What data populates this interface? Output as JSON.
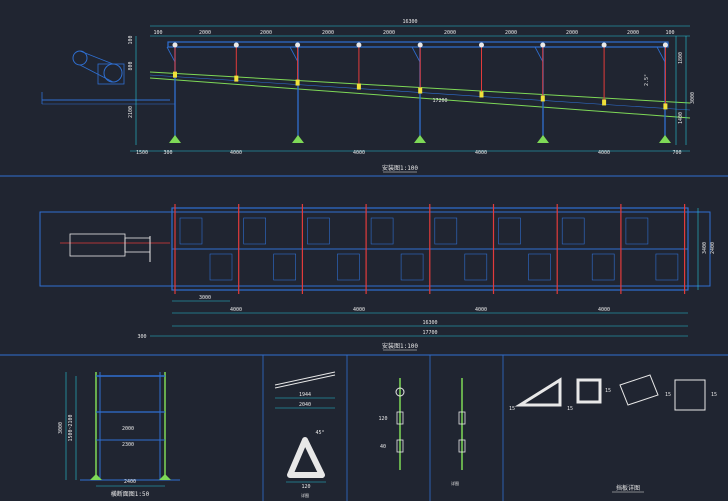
{
  "colors": {
    "background": "#202531",
    "frame": "#2f6fd1",
    "structure": "#2f6fd1",
    "belt": "#7ed957",
    "post": "#e23b3b",
    "dimension": "#25c6d9",
    "text": "#e8e8e8",
    "hatch": "#f0e03a"
  },
  "top_view": {
    "dims_top": [
      "100",
      "2000",
      "2000",
      "2000",
      "2000",
      "2000",
      "2000",
      "2000",
      "2000",
      "100"
    ],
    "dim_overall": "16300",
    "dim_belt": "17200",
    "dims_bottom": [
      "1500",
      "300",
      "4000",
      "4000",
      "4000",
      "4000",
      "700"
    ],
    "dims_right": [
      "1800",
      "3000",
      "1400"
    ],
    "dims_left": [
      "100",
      "800",
      "2100"
    ],
    "dim_slope": "2.5°",
    "title": "安装图1:100"
  },
  "plan_view": {
    "dims_small": [
      "3000"
    ],
    "dims_bottom": [
      "4000",
      "4000",
      "4000",
      "4000"
    ],
    "dim_overall": "16300",
    "dim_total": "17700",
    "dim_left": "300",
    "dims_right": [
      "3400",
      "2400"
    ],
    "title": "安装图1:100"
  },
  "section_view": {
    "dims_left": [
      "3000",
      "1500~2100"
    ],
    "dims_inner": [
      "2000",
      "2300"
    ],
    "dim_bottom": "2400",
    "title": "横断面图1:50"
  },
  "detail_a": {
    "dims": [
      "1944",
      "2040",
      "120"
    ],
    "title": "详图"
  },
  "detail_b": {
    "dims": [
      "120",
      "40",
      "45°"
    ],
    "title": "详图"
  },
  "detail_c": {
    "dims": [
      "15",
      "15",
      "15",
      "15",
      "15"
    ],
    "title": "挡板详图"
  }
}
